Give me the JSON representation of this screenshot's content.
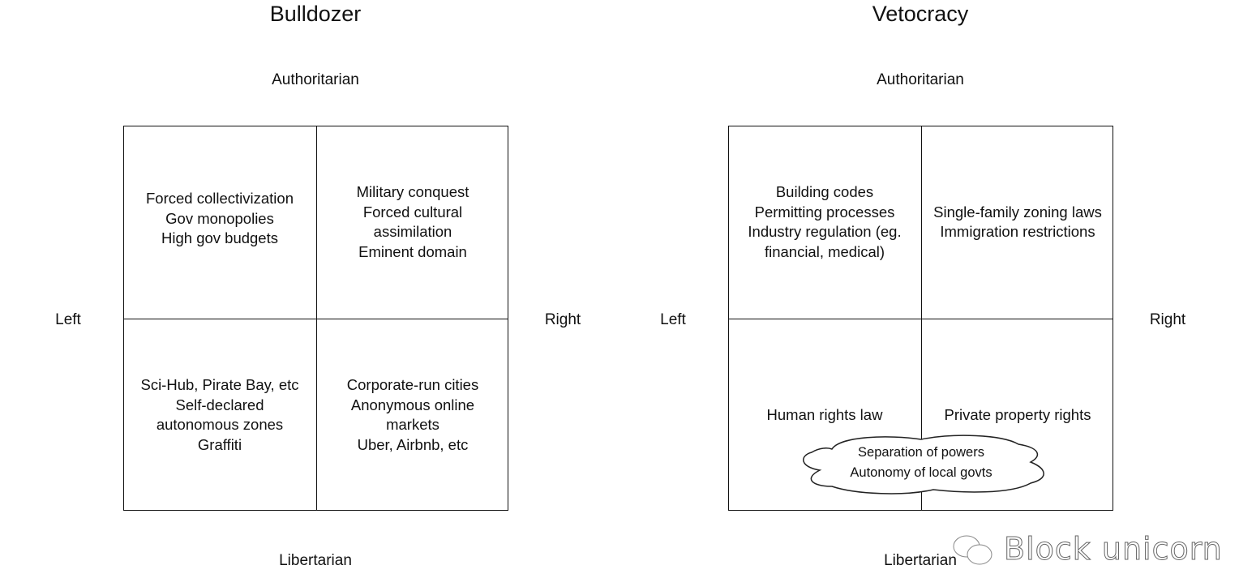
{
  "bulldozer": {
    "title": "Bulldozer",
    "top_label": "Authoritarian",
    "bottom_label": "Libertarian",
    "left_label": "Left",
    "right_label": "Right",
    "quadrants": {
      "top_left": "Forced collectivization\nGov monopolies\nHigh gov budgets",
      "top_right": "Military conquest\nForced cultural\nassimilation\nEminent domain",
      "bottom_left": "Sci-Hub, Pirate Bay, etc\nSelf-declared\nautonomous zones\nGraffiti",
      "bottom_right": "Corporate-run cities\nAnonymous online\nmarkets\nUber, Airbnb, etc"
    }
  },
  "vetocracy": {
    "title": "Vetocracy",
    "top_label": "Authoritarian",
    "bottom_label": "Libertarian",
    "left_label": "Left",
    "right_label": "Right",
    "quadrants": {
      "top_left": "Building codes\nPermitting processes\nIndustry regulation (eg.\nfinancial, medical)",
      "top_right": "Single-family zoning laws\nImmigration restrictions",
      "bottom_left": "Human rights law",
      "bottom_right": "Private property rights"
    },
    "cloud": "Separation of powers\nAutonomy of local govts"
  },
  "watermark": "Block unicorn"
}
